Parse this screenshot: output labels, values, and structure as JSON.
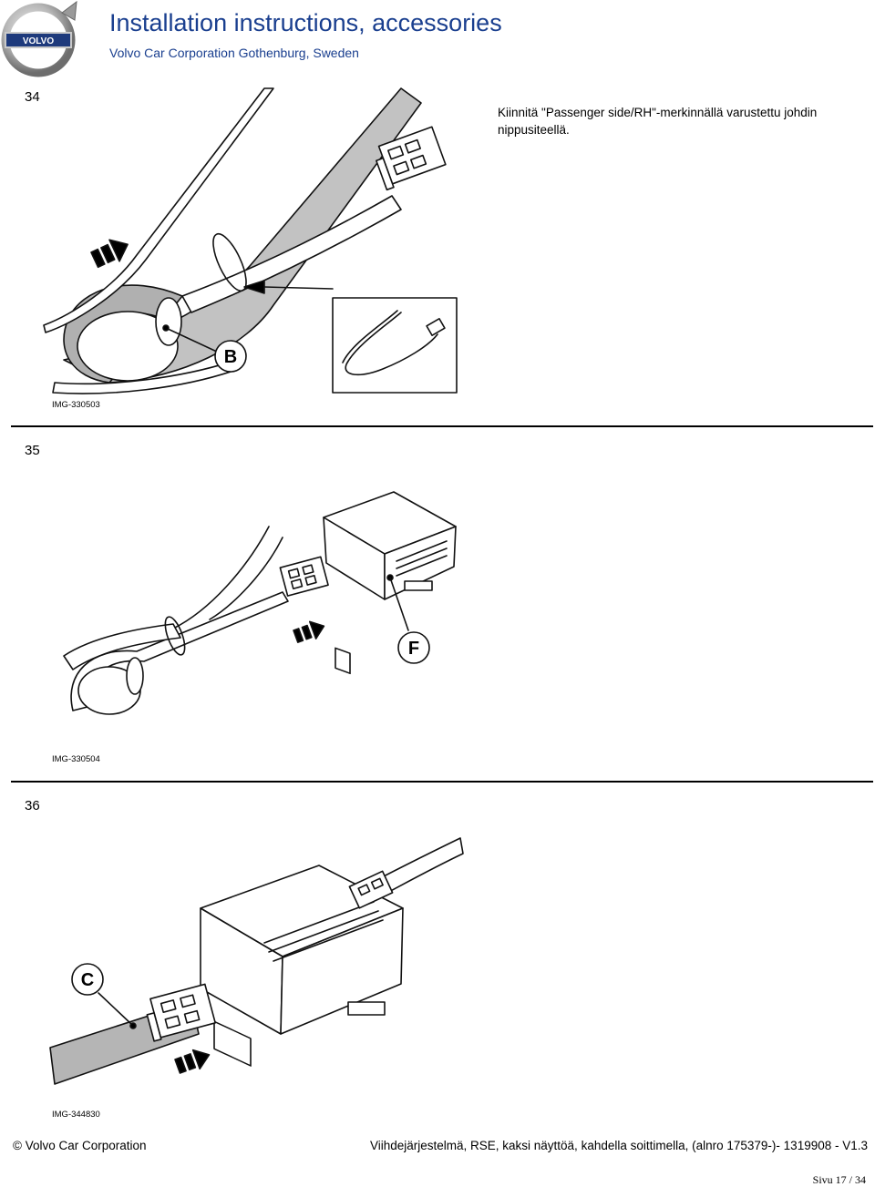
{
  "header": {
    "title": "Installation instructions, accessories",
    "subtitle": "Volvo Car Corporation Gothenburg, Sweden",
    "logo_text": "VOLVO"
  },
  "steps": [
    {
      "number": "34",
      "text": "Kiinnitä \"Passenger side/RH\"-merkinnällä varustettu johdin nippusiteellä.",
      "image_id": "IMG-330503",
      "callout": "B"
    },
    {
      "number": "35",
      "text": "",
      "image_id": "IMG-330504",
      "callout": "F"
    },
    {
      "number": "36",
      "text": "",
      "image_id": "IMG-344830",
      "callout": "C"
    }
  ],
  "footer": {
    "copyright": "© Volvo Car Corporation",
    "document": "Viihdejärjestelmä, RSE, kaksi näyttöä, kahdella soittimella, (alnro 175379-)- 1319908 - V1.3",
    "page": "Sivu 17 / 34"
  },
  "colors": {
    "brand_blue": "#1a3f8f",
    "harness_grey": "#b9b9b9",
    "rule": "#000000"
  }
}
